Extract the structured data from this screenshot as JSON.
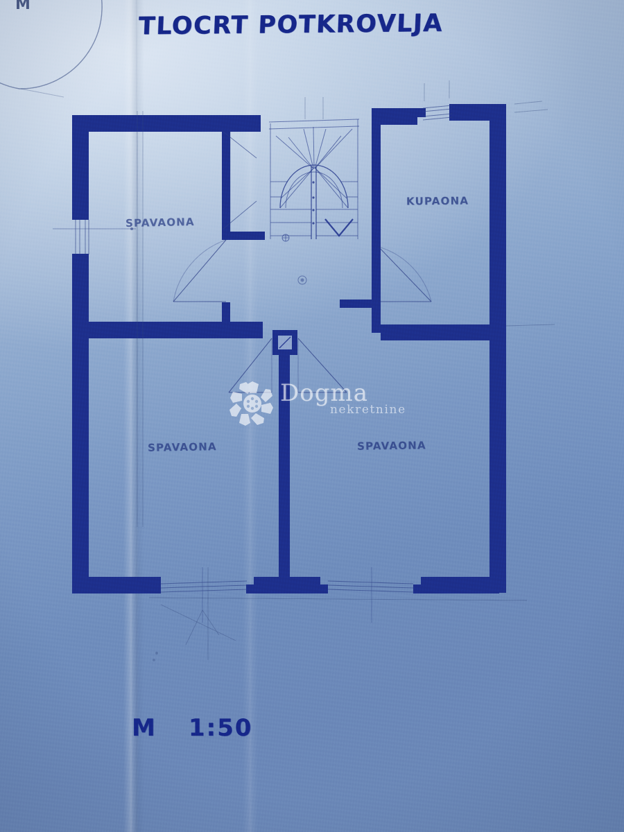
{
  "document": {
    "title": "TLOCRT POTKROVLJA",
    "scale_prefix": "M",
    "scale_value": "1:50",
    "corner_mark": "M",
    "document_type": "architectural-floor-plan",
    "language": "hr",
    "paper_color": "#7b98c4",
    "ink_color": "#16278a",
    "pencil_color": "#2b3f86"
  },
  "rooms": [
    {
      "id": "spavaona-upper-left",
      "label": "SPAVAONA",
      "position": "upper-left"
    },
    {
      "id": "kupaona-upper-right",
      "label": "KUPAONA",
      "position": "upper-right"
    },
    {
      "id": "spavaona-lower-left",
      "label": "SPAVAONA",
      "position": "lower-left"
    },
    {
      "id": "spavaona-lower-right",
      "label": "SPAVAONA",
      "position": "lower-right"
    }
  ],
  "features": {
    "staircase": "winder-staircase-down",
    "staircase_direction": "down",
    "hallway": "central-hall",
    "chimney": "chimney-flue",
    "windows": 6,
    "doors": 4
  },
  "watermark": {
    "brand": "Dogma",
    "tagline": "nekretnine",
    "logo": "flower-sunburst-logo"
  }
}
